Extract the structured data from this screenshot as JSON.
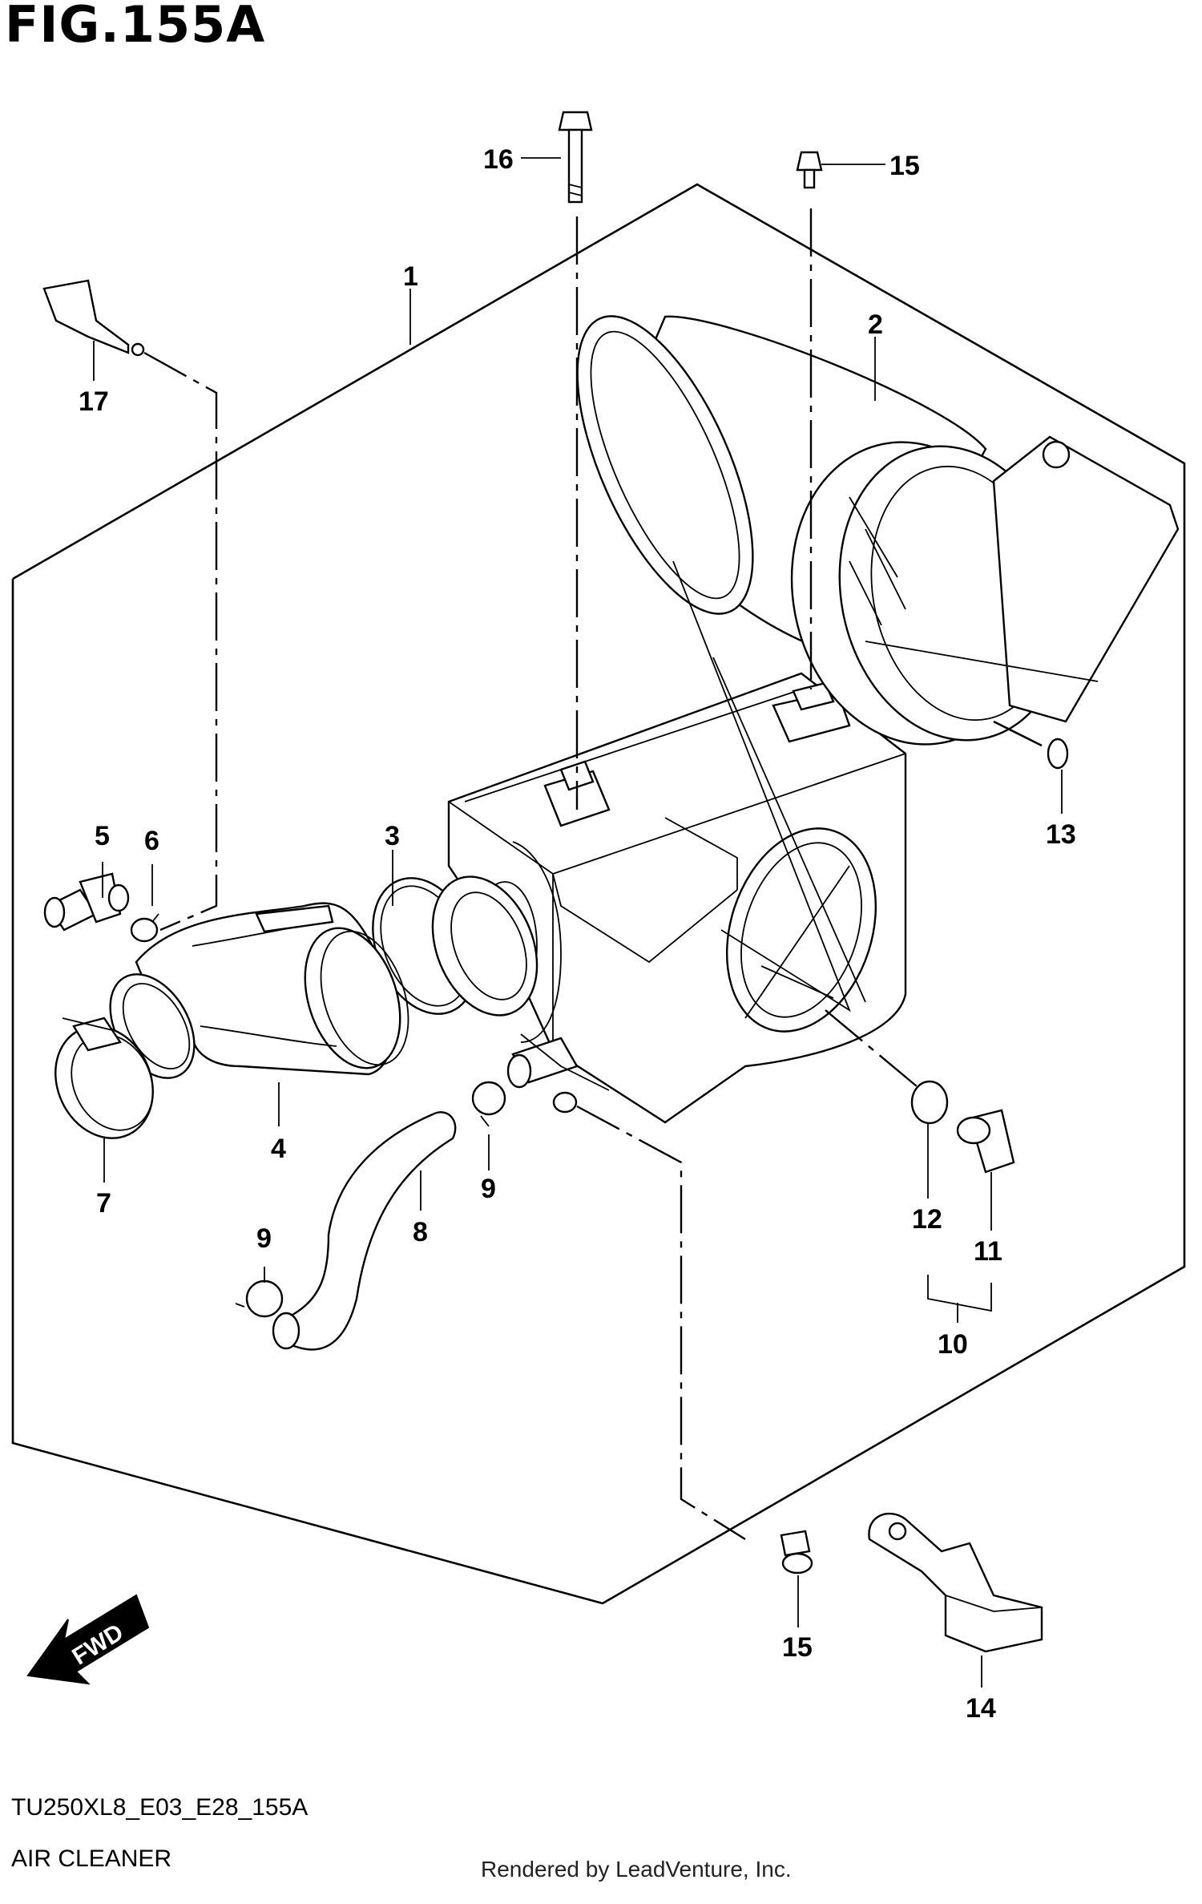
{
  "figure": {
    "title": "FIG.155A",
    "code": "TU250XL8_E03_E28_155A",
    "name": "AIR CLEANER",
    "credit": "Rendered by LeadVenture, Inc.",
    "fwd_label": "FWD"
  },
  "callouts": {
    "c1": "1",
    "c2": "2",
    "c3": "3",
    "c4": "4",
    "c5": "5",
    "c6": "6",
    "c7": "7",
    "c8": "8",
    "c9a": "9",
    "c9b": "9",
    "c10": "10",
    "c11": "11",
    "c12": "12",
    "c13": "13",
    "c14": "14",
    "c15a": "15",
    "c15b": "15",
    "c16": "16",
    "c17": "17"
  }
}
